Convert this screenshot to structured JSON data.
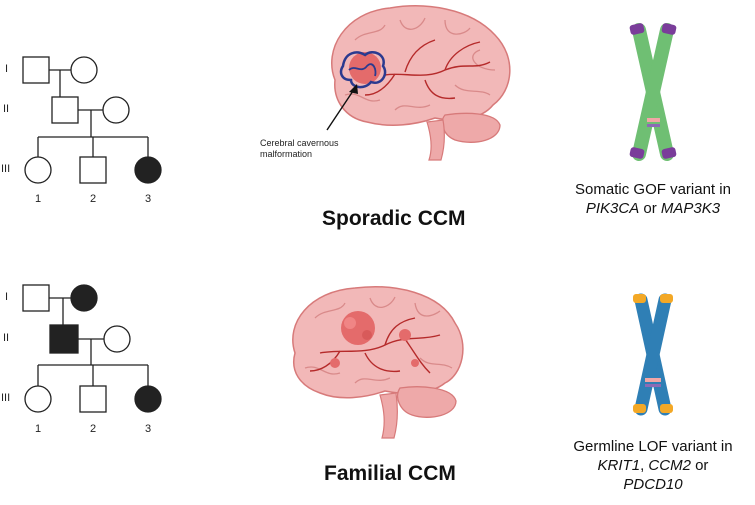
{
  "colors": {
    "affected": "#222222",
    "unaffected": "#ffffff",
    "brain_fill": "#f2b8b8",
    "brain_stroke": "#d77a7a",
    "lesion": "#e46b6b",
    "vessel": "#b52a2a",
    "chrom_green": "#6fbf73",
    "chrom_purple": "#7a3d9a",
    "chrom_blue": "#2f7fb5",
    "chrom_orange": "#f3a826"
  },
  "top": {
    "pedigree": {
      "generations": [
        "I",
        "II",
        "III"
      ],
      "individual_numbers": [
        "1",
        "2",
        "3"
      ],
      "affected": {
        "I_1": false,
        "I_2": false,
        "II_1": false,
        "II_2": false,
        "III_1": false,
        "III_2": false,
        "III_3": true
      }
    },
    "annotation": "Cerebral cavernous malformation",
    "title": "Sporadic CCM",
    "caption_line1": "Somatic GOF variant in",
    "gene1": "PIK3CA",
    "conj": " or ",
    "gene2": "MAP3K3"
  },
  "bottom": {
    "pedigree": {
      "generations": [
        "I",
        "II",
        "III"
      ],
      "individual_numbers": [
        "1",
        "2",
        "3"
      ],
      "affected": {
        "I_1": false,
        "I_2": true,
        "II_1": true,
        "II_2": false,
        "III_1": false,
        "III_2": false,
        "III_3": true
      }
    },
    "title": "Familial CCM",
    "caption_line1": "Germline LOF variant in",
    "gene1": "KRIT1",
    "sep": ", ",
    "gene2": "CCM2",
    "conj": " or",
    "gene3": "PDCD10"
  }
}
